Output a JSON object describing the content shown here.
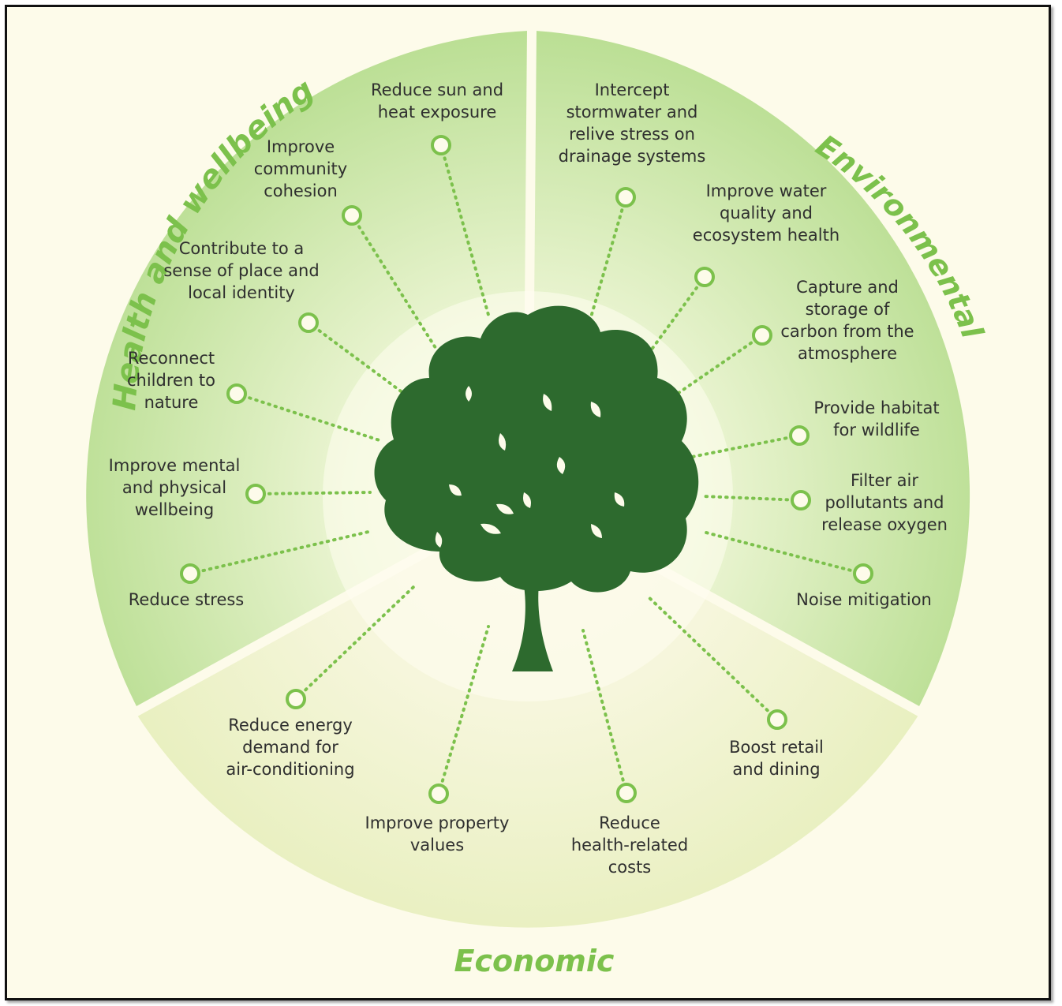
{
  "categories": {
    "health": "Health and wellbeing",
    "environmental": "Environmental",
    "economic": "Economic"
  },
  "benefits": {
    "sun": [
      "Reduce sun and",
      "heat exposure"
    ],
    "community": [
      "Improve",
      "community",
      "cohesion"
    ],
    "place": [
      "Contribute to a",
      "sense of place and",
      "local identity"
    ],
    "children": [
      "Reconnect",
      "children to",
      "nature"
    ],
    "mental": [
      "Improve mental",
      "and physical",
      "wellbeing"
    ],
    "stress": [
      "Reduce stress"
    ],
    "stormwater": [
      "Intercept",
      "stormwater and",
      "relive stress on",
      "drainage systems"
    ],
    "water": [
      "Improve water",
      "quality and",
      "ecosystem health"
    ],
    "carbon": [
      "Capture and",
      "storage of",
      "carbon from the",
      "atmosphere"
    ],
    "habitat": [
      "Provide habitat",
      "for wildlife"
    ],
    "air": [
      "Filter air",
      "pollutants and",
      "release oxygen"
    ],
    "noise": [
      "Noise mitigation"
    ],
    "energy": [
      "Reduce energy",
      "demand for",
      "air-conditioning"
    ],
    "property": [
      "Improve property",
      "values"
    ],
    "healthcost": [
      "Reduce",
      "health-related",
      "costs"
    ],
    "retail": [
      "Boost retail",
      "and dining"
    ]
  },
  "colors": {
    "tree": "#2d6a2e",
    "accent": "#7cc14c",
    "wedge_green": "#c8e6a6",
    "wedge_yellow": "#eef3c4",
    "background": "#fdfbea"
  }
}
